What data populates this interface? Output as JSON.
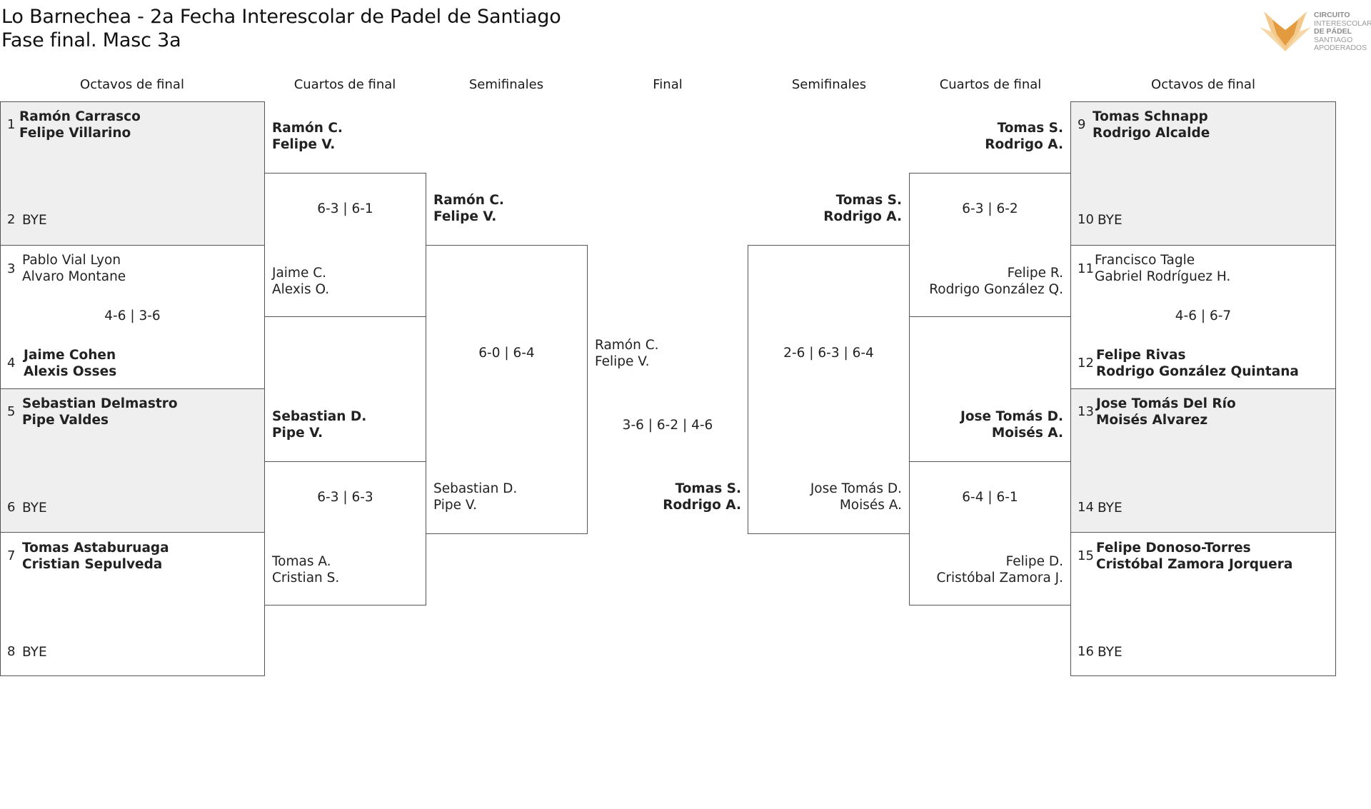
{
  "title": {
    "line1": "Lo Barnechea - 2a Fecha Interescolar de Padel de Santiago",
    "line2": "Fase final. Masc 3a"
  },
  "logo": {
    "icon": "fox-icon",
    "line1": "CIRCUITO",
    "line2": "INTERESCOLAR",
    "line3": "DE PÁDEL",
    "line4": "SANTIAGO",
    "line5": "APODERADOS",
    "colors": {
      "primary": "#e8a24a",
      "light": "#f3c98c"
    }
  },
  "headers": {
    "left_octavos": "Octavos de final",
    "left_cuartos": "Cuartos de final",
    "left_semis": "Semifinales",
    "final": "Final",
    "right_semis": "Semifinales",
    "right_cuartos": "Cuartos de final",
    "right_octavos": "Octavos de final"
  },
  "octavos_left": [
    {
      "seed_top": "1",
      "top_1": "Ramón Carrasco",
      "top_2": "Felipe Villarino",
      "seed_bottom": "2",
      "bottom": "BYE",
      "score": ""
    },
    {
      "seed_top": "3",
      "top_1": "Pablo Vial Lyon",
      "top_2": "Alvaro Montane",
      "seed_bottom": "4",
      "bottom_1": "Jaime Cohen",
      "bottom_2": "Alexis Osses",
      "score": "4-6 | 3-6"
    },
    {
      "seed_top": "5",
      "top_1": "Sebastian Delmastro",
      "top_2": "Pipe Valdes",
      "seed_bottom": "6",
      "bottom": "BYE",
      "score": ""
    },
    {
      "seed_top": "7",
      "top_1": "Tomas Astaburuaga",
      "top_2": "Cristian Sepulveda",
      "seed_bottom": "8",
      "bottom": "BYE",
      "score": ""
    }
  ],
  "cuartos_left": [
    {
      "top_1": "Ramón C.",
      "top_2": "Felipe V.",
      "score": "6-3 | 6-1",
      "bottom_1": "Jaime C.",
      "bottom_2": "Alexis O."
    },
    {
      "top_1": "Sebastian D.",
      "top_2": "Pipe V.",
      "score": "6-3 | 6-3",
      "bottom_1": "Tomas A.",
      "bottom_2": "Cristian S."
    }
  ],
  "semis_left": {
    "top_1": "Ramón C.",
    "top_2": "Felipe V.",
    "score": "6-0 | 6-4",
    "bottom_1": "Sebastian D.",
    "bottom_2": "Pipe V."
  },
  "final": {
    "left_1": "Ramón C.",
    "left_2": "Felipe V.",
    "score": "3-6 | 6-2 | 4-6",
    "right_1": "Tomas S.",
    "right_2": "Rodrigo A."
  },
  "semis_right": {
    "top_1": "Tomas S.",
    "top_2": "Rodrigo A.",
    "score": "2-6 | 6-3 | 6-4",
    "bottom_1": "Jose Tomás D.",
    "bottom_2": "Moisés A."
  },
  "cuartos_right": [
    {
      "top_1": "Tomas S.",
      "top_2": "Rodrigo A.",
      "score": "6-3 | 6-2",
      "bottom_1": "Felipe R.",
      "bottom_2": "Rodrigo González Q."
    },
    {
      "top_1": "Jose Tomás D.",
      "top_2": "Moisés A.",
      "score": "6-4 | 6-1",
      "bottom_1": "Felipe D.",
      "bottom_2": "Cristóbal Zamora J."
    }
  ],
  "octavos_right": [
    {
      "seed_top": "9",
      "top_1": "Tomas Schnapp",
      "top_2": "Rodrigo Alcalde",
      "seed_bottom": "10",
      "bottom": "BYE",
      "score": ""
    },
    {
      "seed_top": "11",
      "top_1": "Francisco Tagle",
      "top_2": "Gabriel Rodríguez H.",
      "seed_bottom": "12",
      "bottom_1": "Felipe Rivas",
      "bottom_2": "Rodrigo González Quintana",
      "score": "4-6 | 6-7"
    },
    {
      "seed_top": "13",
      "top_1": "Jose Tomás Del Río",
      "top_2": "Moisés Alvarez",
      "seed_bottom": "14",
      "bottom": "BYE",
      "score": ""
    },
    {
      "seed_top": "15",
      "top_1": "Felipe Donoso-Torres",
      "top_2": "Cristóbal Zamora Jorquera",
      "seed_bottom": "16",
      "bottom": "BYE",
      "score": ""
    }
  ]
}
